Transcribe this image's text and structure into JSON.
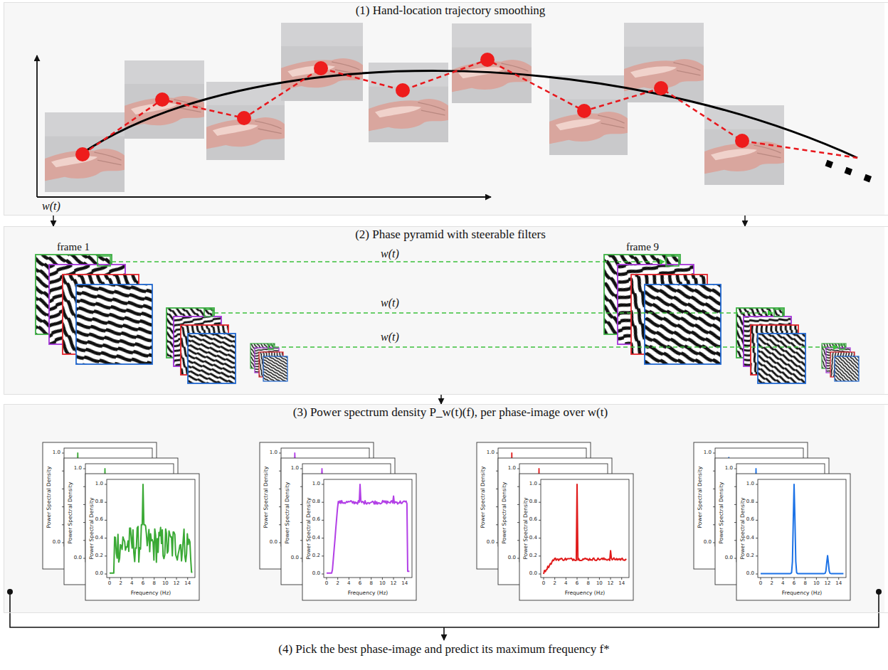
{
  "diagram": {
    "nodes": [
      {
        "text": [
          "(1) Hand-location trajectory smoothing"
        ]
      },
      {
        "text": [
          "(2) Phase pyramid with steerable filters"
        ]
      },
      {
        "text": [
          "(3) Power spectrum density P_w(t)(f), per phase-image over w(t)"
        ]
      }
    ],
    "edges": [
      {
        "from": 0,
        "to": 1,
        "arrow": "to"
      },
      {
        "from": 0,
        "to": 1,
        "arrow": "to"
      },
      {
        "from": 1,
        "to": 2,
        "arrow": "to"
      }
    ],
    "labels": [
      "w(t)",
      "frame 1",
      "frame 9",
      "w(t)",
      "w(t)",
      "w(t)",
      "(4) Pick the best phase-image and predict its maximum frequency f*",
      "1.0",
      "0.0",
      "Power Spectral Density",
      "1.0",
      "0.0",
      "Power Spectral Density",
      "0.0",
      "0.2",
      "0.4",
      "0.6",
      "0.8",
      "1.0",
      "0",
      "2",
      "4",
      "6",
      "8",
      "10",
      "12",
      "14",
      "Power Spectral Density",
      "Frequency (Hz)",
      "1.0",
      "0.0",
      "Power Spectral Density",
      "1.0",
      "0.0",
      "Power Spectral Density",
      "0.0",
      "0.2",
      "0.4",
      "0.6",
      "0.8",
      "1.0",
      "0",
      "2",
      "4",
      "6",
      "8",
      "10",
      "12",
      "14",
      "Power Spectral Density",
      "Frequency (Hz)",
      "1.0",
      "0.0",
      "Power Spectral Density",
      "1.0",
      "0.0",
      "Power Spectral Density",
      "0.0",
      "0.2",
      "0.4",
      "0.6",
      "0.8",
      "1.0",
      "0",
      "2",
      "4",
      "6",
      "8",
      "10",
      "12",
      "14",
      "Power Spectral Density",
      "Frequency (Hz)",
      "1.0",
      "0.0",
      "Power Spectral Density",
      "1.0",
      "0.0",
      "Power Spectral Density",
      "0.0",
      "0.2",
      "0.4",
      "0.6",
      "0.8",
      "1.0",
      "0",
      "2",
      "4",
      "6",
      "8",
      "10",
      "12",
      "14",
      "Power Spectral Density",
      "Frequency (Hz)"
    ]
  }
}
